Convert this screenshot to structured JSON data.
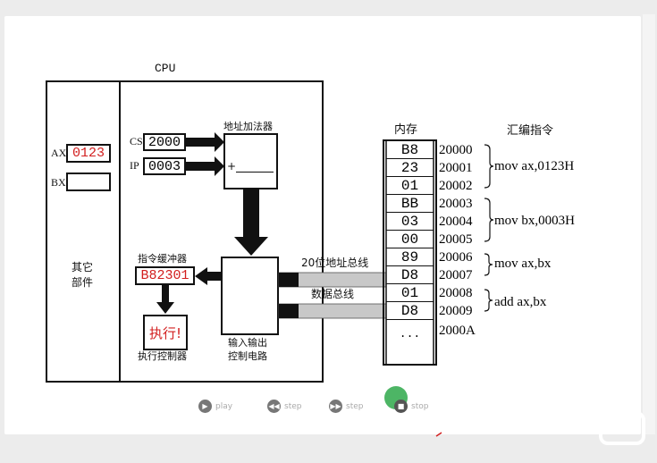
{
  "cpu": {
    "title": "CPU"
  },
  "registers": {
    "ax_label": "AX",
    "ax_value": "0123",
    "bx_label": "BX",
    "bx_value": "",
    "cs_label": "CS",
    "cs_value": "2000",
    "ip_label": "IP",
    "ip_value": "0003"
  },
  "units": {
    "other_parts_line1": "其它",
    "other_parts_line2": "部件",
    "adder": "地址加法器",
    "adder_plus": "+",
    "instr_buffer_label": "指令缓冲器",
    "instr_buffer_value": "B82301",
    "exec_text": "执行!",
    "exec_label": "执行控制器",
    "io_line1": "输入输出",
    "io_line2": "控制电路"
  },
  "buses": {
    "address_bus": "20位地址总线",
    "data_bus": "数据总线"
  },
  "memory": {
    "title": "内存",
    "bytes": [
      "B8",
      "23",
      "01",
      "BB",
      "03",
      "00",
      "89",
      "D8",
      "01",
      "D8",
      "..."
    ],
    "addresses": [
      "20000",
      "20001",
      "20002",
      "20003",
      "20004",
      "20005",
      "20006",
      "20007",
      "20008",
      "20009",
      "2000A"
    ]
  },
  "instructions": {
    "title": "汇编指令",
    "items": [
      "mov ax,0123H",
      "mov bx,0003H",
      "mov ax,bx",
      "add ax,bx"
    ]
  },
  "player": {
    "play": "play",
    "step_back": "step",
    "step_forward": "step",
    "stop": "stop"
  },
  "colors": {
    "highlight_red": "#d21e1e",
    "bus_fill": "#c8c8c8",
    "stop_highlight": "#2ea84a"
  }
}
